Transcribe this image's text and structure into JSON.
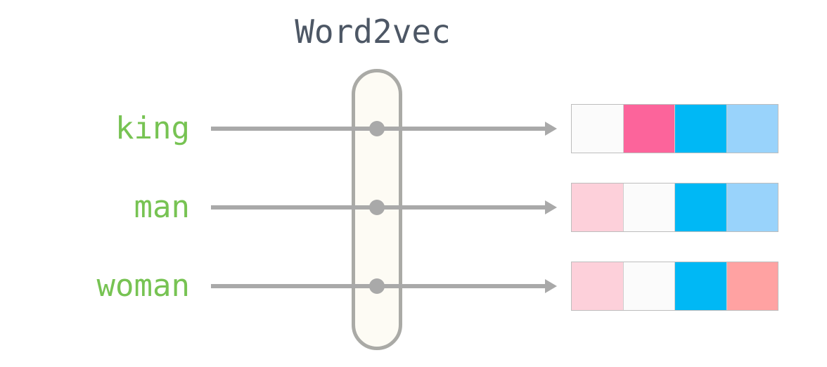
{
  "title": "Word2vec",
  "diagram": {
    "model_name": "Word2vec",
    "words": [
      {
        "label": "king",
        "vector": [
          "#fbfbfb",
          "#fc649b",
          "#00b8f5",
          "#99d3fb"
        ]
      },
      {
        "label": "man",
        "vector": [
          "#fdd0da",
          "#fbfbfb",
          "#00b8f5",
          "#99d3fb"
        ]
      },
      {
        "label": "woman",
        "vector": [
          "#fdd0da",
          "#fbfbfb",
          "#00b8f5",
          "#ffa2a2"
        ]
      }
    ],
    "colors": {
      "word_text": "#77c353",
      "title_text": "#4d5765",
      "connector": "#a9a9a9",
      "pill_fill": "#fdfbf4",
      "pill_border": "#aaaaa6",
      "cell_border": "#c9c9c9"
    }
  }
}
